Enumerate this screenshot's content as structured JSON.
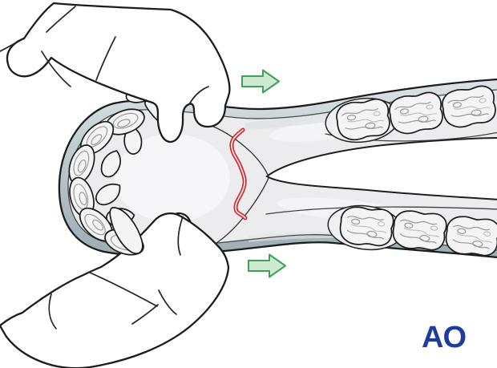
{
  "illustration": {
    "name": "mandible-fracture-manual-reduction",
    "description": "Occlusal view of a mandible with a red fracture line across the body; two hands compress the fragments while green arrows indicate reduction direction to the right",
    "arrow_direction": "right",
    "colors": {
      "background": "#ffffff",
      "outline": "#1c1c1c",
      "bone": "#ececee",
      "bone_highlight": "#f6f6f8",
      "bone_shading": "#e0e3e5",
      "cortical_rim_light": "#dde3e5",
      "cortical_rim_dark": "#9badb3",
      "tooth_fill": "#f4f4f5",
      "enamel_line": "#9a9a9a",
      "fracture_red": "#d6212b",
      "arrow_fill": "#cde9d0",
      "arrow_stroke": "#3fa05c",
      "logo_blue": "#1e3d9e"
    }
  },
  "logo": {
    "text": "AO"
  }
}
